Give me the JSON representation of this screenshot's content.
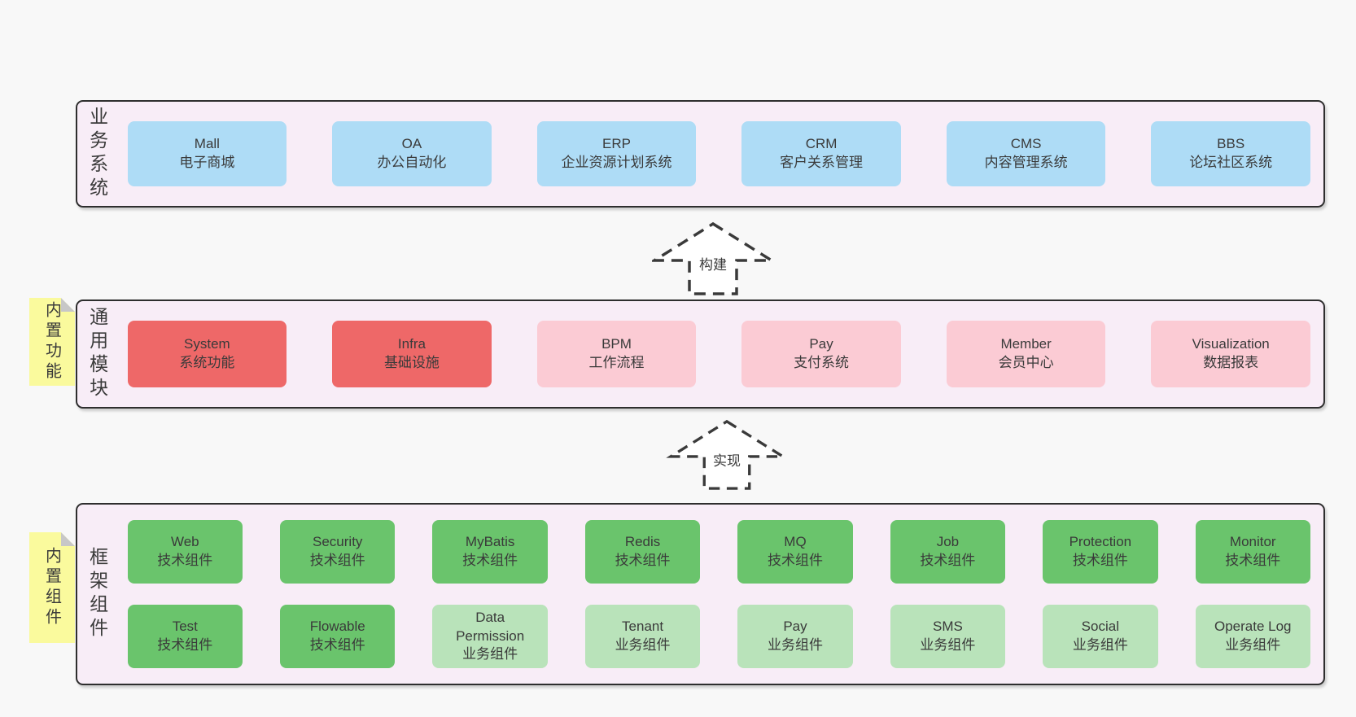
{
  "colors": {
    "page_background": "#f8f8f8",
    "band_background": "#f8edf7",
    "band_border": "#2e2e2e",
    "node_blue": "#aedcf6",
    "node_red": "#ee6868",
    "node_pink": "#fbcbd4",
    "node_green": "#6ac46c",
    "node_light_green": "#b9e3ba",
    "note_yellow": "#fafa9d",
    "note_fold_gray": "#c7c7c7",
    "text": "#3a3a3a"
  },
  "arrows": {
    "build": "构建",
    "implement": "实现"
  },
  "bands": {
    "business": {
      "label": "业务系统",
      "boxes": [
        {
          "name": "Mall",
          "desc": "电子商城"
        },
        {
          "name": "OA",
          "desc": "办公自动化"
        },
        {
          "name": "ERP",
          "desc": "企业资源计划系统"
        },
        {
          "name": "CRM",
          "desc": "客户关系管理"
        },
        {
          "name": "CMS",
          "desc": "内容管理系统"
        },
        {
          "name": "BBS",
          "desc": "论坛社区系统"
        }
      ]
    },
    "modules": {
      "label": "通用模块",
      "note": "内置功能",
      "boxes": [
        {
          "name": "System",
          "desc": "系统功能"
        },
        {
          "name": "Infra",
          "desc": "基础设施"
        },
        {
          "name": "BPM",
          "desc": "工作流程"
        },
        {
          "name": "Pay",
          "desc": "支付系统"
        },
        {
          "name": "Member",
          "desc": "会员中心"
        },
        {
          "name": "Visualization",
          "desc": "数据报表"
        }
      ]
    },
    "components": {
      "label": "框架组件",
      "note": "内置组件",
      "row1": [
        {
          "name": "Web",
          "desc": "技术组件"
        },
        {
          "name": "Security",
          "desc": "技术组件"
        },
        {
          "name": "MyBatis",
          "desc": "技术组件"
        },
        {
          "name": "Redis",
          "desc": "技术组件"
        },
        {
          "name": "MQ",
          "desc": "技术组件"
        },
        {
          "name": "Job",
          "desc": "技术组件"
        },
        {
          "name": "Protection",
          "desc": "技术组件"
        },
        {
          "name": "Monitor",
          "desc": "技术组件"
        }
      ],
      "row2": [
        {
          "name": "Test",
          "desc": "技术组件"
        },
        {
          "name": "Flowable",
          "desc": "技术组件"
        },
        {
          "name": "Data Permission",
          "desc": "业务组件"
        },
        {
          "name": "Tenant",
          "desc": "业务组件"
        },
        {
          "name": "Pay",
          "desc": "业务组件"
        },
        {
          "name": "SMS",
          "desc": "业务组件"
        },
        {
          "name": "Social",
          "desc": "业务组件"
        },
        {
          "name": "Operate Log",
          "desc": "业务组件"
        }
      ]
    }
  }
}
